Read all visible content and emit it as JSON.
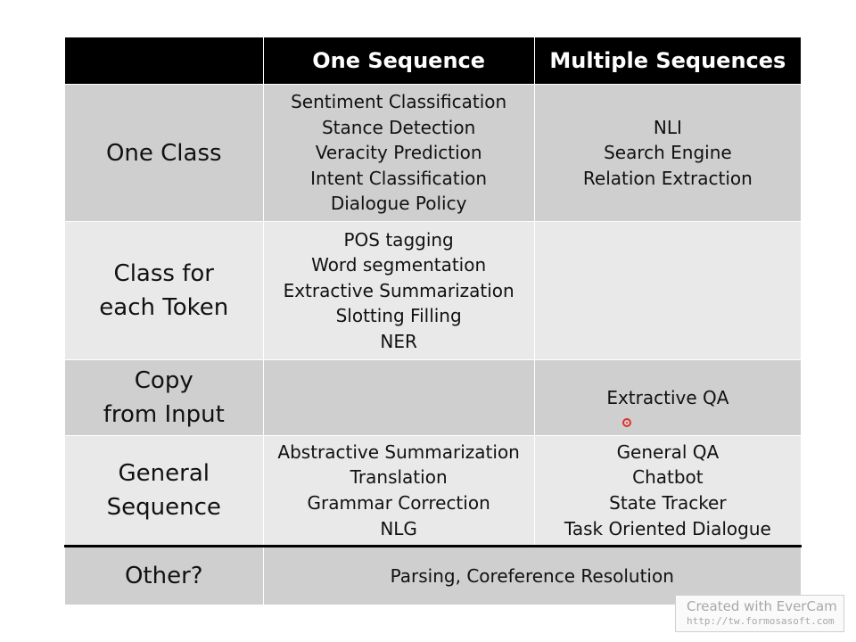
{
  "table": {
    "header": {
      "corner": "",
      "col1": "One Sequence",
      "col2": "Multiple Sequences"
    },
    "rows": [
      {
        "label_lines": [
          "One Class"
        ],
        "one_sequence": [
          "Sentiment Classification",
          "Stance Detection",
          "Veracity Prediction",
          "Intent Classification",
          "Dialogue Policy"
        ],
        "multiple_sequences": [
          "NLI",
          "Search Engine",
          "Relation Extraction"
        ]
      },
      {
        "label_lines": [
          "Class for",
          "each Token"
        ],
        "one_sequence": [
          "POS tagging",
          "Word segmentation",
          "Extractive Summarization",
          "Slotting Filling",
          "NER"
        ],
        "multiple_sequences": []
      },
      {
        "label_lines": [
          "Copy",
          "from Input"
        ],
        "one_sequence": [],
        "multiple_sequences": [
          "Extractive QA"
        ]
      },
      {
        "label_lines": [
          "General",
          "Sequence"
        ],
        "one_sequence": [
          "Abstractive Summarization",
          "Translation",
          "Grammar Correction",
          "NLG"
        ],
        "multiple_sequences": [
          "General QA",
          "Chatbot",
          "State Tracker",
          "Task Oriented Dialogue"
        ]
      },
      {
        "label_lines": [
          "Other?"
        ],
        "merged": "Parsing, Coreference Resolution"
      }
    ]
  },
  "colors": {
    "header_bg": "#000000",
    "row_dark": "#cfcfcf",
    "row_light": "#e9e9e9",
    "cursor": "#e0302a"
  },
  "watermark": {
    "line1": "Created with EverCam",
    "line2": "http://tw.formosasoft.com"
  }
}
